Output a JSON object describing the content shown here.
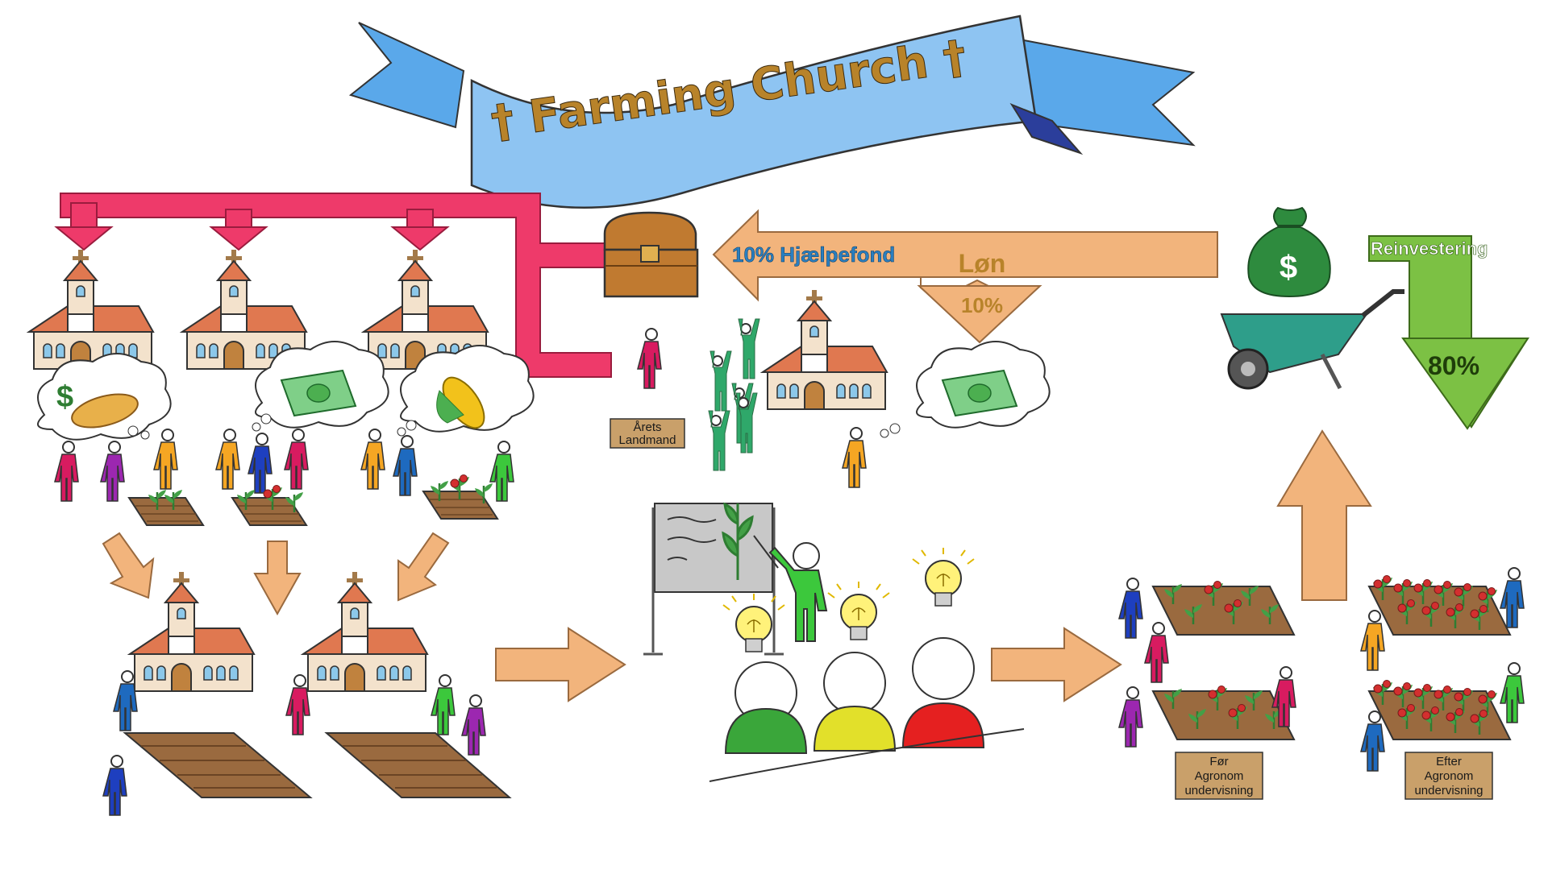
{
  "banner": {
    "title": "† Farming Church †"
  },
  "flow": {
    "fund_label": "10% Hjælpefond",
    "salary_label": "Løn",
    "salary_pct": "10%",
    "reinvest_label": "Reinvestering",
    "reinvest_pct": "80%"
  },
  "icons": {
    "dollar": "$"
  },
  "signs": {
    "farmer_of_year": [
      "Årets",
      "Landmand"
    ],
    "before": [
      "Før",
      "Agronom",
      "undervisning"
    ],
    "after": [
      "Efter",
      "Agronom",
      "undervisning"
    ]
  },
  "colors": {
    "distribution_arrow": "#ee3a6a",
    "flow_arrow": "#f2b47c",
    "reinvest_arrow": "#7cc144",
    "banner": "#8ec4f2",
    "banner_text": "#b8832a"
  }
}
